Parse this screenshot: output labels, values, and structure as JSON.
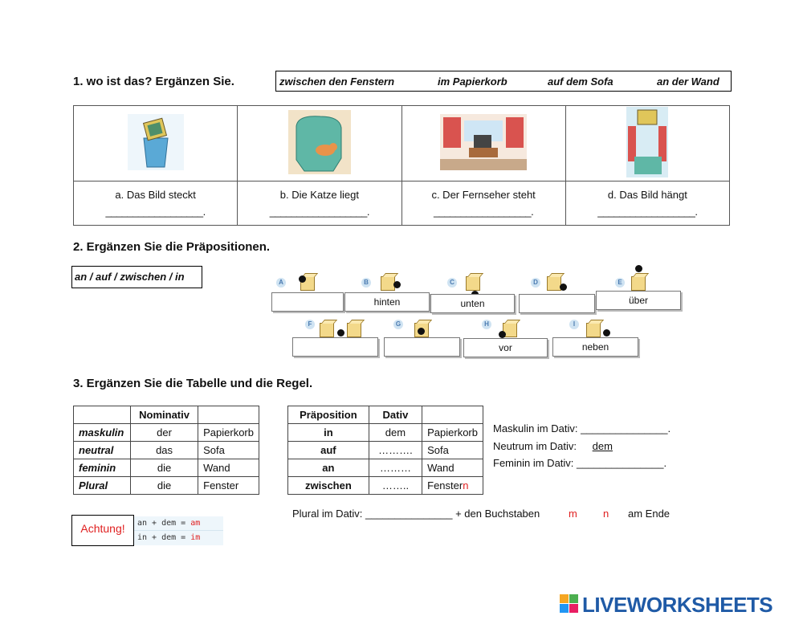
{
  "ex1": {
    "title": "1. wo ist das? Ergänzen Sie.",
    "word_bank": [
      "zwischen den Fenstern",
      "im Papierkorb",
      "auf dem Sofa",
      "an der Wand"
    ],
    "items": [
      {
        "sentence": "a. Das Bild steckt",
        "blank": "__________________."
      },
      {
        "sentence": "b. Die Katze liegt",
        "blank": "__________________."
      },
      {
        "sentence": "c. Der Fernseher steht",
        "blank": "__________________."
      },
      {
        "sentence": "d. Das Bild hängt",
        "blank": "__________________."
      }
    ]
  },
  "ex2": {
    "title": "2. Ergänzen Sie die Präpositionen.",
    "options": "an / auf / zwischen / in",
    "labels": [
      "A",
      "B",
      "C",
      "D",
      "E",
      "F",
      "G",
      "H",
      "I"
    ],
    "answers": [
      "",
      "hinten",
      "unten",
      "",
      "über",
      "",
      "",
      "vor",
      "neben"
    ]
  },
  "ex3": {
    "title": "3. Ergänzen Sie die Tabelle und die Regel.",
    "nom_table": {
      "header": [
        "",
        "Nominativ",
        ""
      ],
      "rows": [
        [
          "maskulin",
          "der",
          "Papierkorb"
        ],
        [
          "neutral",
          "das",
          "Sofa"
        ],
        [
          "feminin",
          "die",
          "Wand"
        ],
        [
          "Plural",
          "die",
          "Fenster"
        ]
      ]
    },
    "dat_table": {
      "header": [
        "Präposition",
        "Dativ",
        ""
      ],
      "rows": [
        [
          "in",
          "dem",
          "Papierkorb"
        ],
        [
          "auf",
          "……….",
          "Sofa"
        ],
        [
          "an",
          "………",
          "Wand"
        ],
        [
          "zwischen",
          "……..",
          "Fenster"
        ]
      ],
      "red_suffix": "n"
    },
    "rules": {
      "mask": "Maskulin im Dativ: _______________.",
      "neut_label": "Neutrum im Dativ:",
      "neut_value": "dem",
      "fem": "Feminin im Dativ: _______________.",
      "plural_start": "Plural im Dativ: _______________ + den Buchstaben",
      "letter_m": "m",
      "letter_n": "n",
      "plural_end": "am Ende"
    },
    "achtung": "Achtung!",
    "contractions": [
      {
        "base": "an + dem = ",
        "result": "am"
      },
      {
        "base": "in + dem = ",
        "result": "im"
      }
    ]
  },
  "footer": {
    "brand": "LIVEWORKSHEETS",
    "logo_letters": "LIVE"
  },
  "colors": {
    "accent_red": "#e02020",
    "brand_blue": "#1f5aa6"
  }
}
